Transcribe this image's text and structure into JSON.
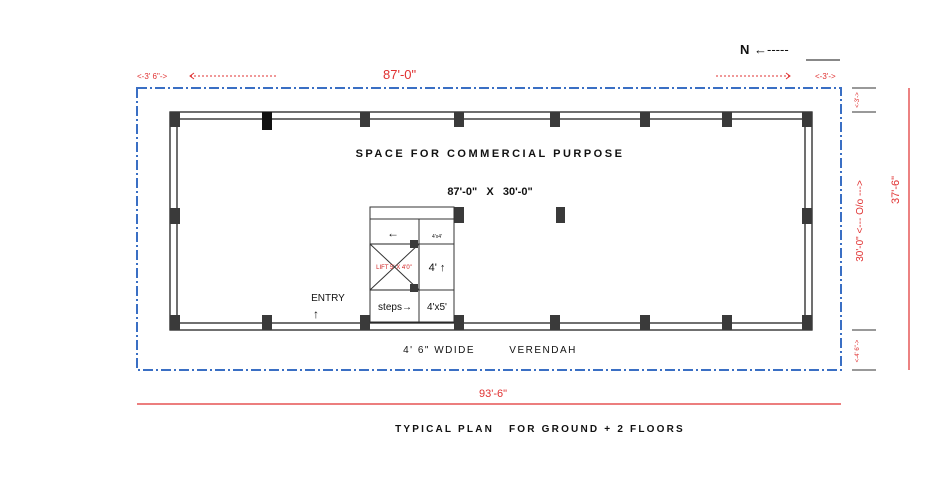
{
  "north": {
    "label": "N",
    "arrow": "←-----"
  },
  "dims": {
    "left_setback": "<-3' 6\"->",
    "top_width": "87'-0\"",
    "right_setback": "<-3'->",
    "overall_width": "93'-6\"",
    "right_top": "<-3'->",
    "right_mid": "30'-0\" <--- O/o --->",
    "right_bottom": "<-4' 6\"->",
    "overall_depth": "37'-6\""
  },
  "plan": {
    "main_label": "SPACE FOR COMMERCIAL PURPOSE",
    "size_label": "87'-0\"   X   30'-0\"",
    "entry_label": "ENTRY",
    "entry_arrow": "↑",
    "verandah_label": "4' 6\" WDIDE        VERENDAH",
    "title": "TYPICAL PLAN   FOR GROUND + 2 FLOORS"
  },
  "stair": {
    "top_arrow": "←",
    "landing": "4'x4'",
    "lift": "LIFT 5' X 4'0\"",
    "flight_up": "4' ↑",
    "steps": "steps→",
    "bottom": "4'x5'"
  },
  "colors": {
    "boundary": "#3a6fc4",
    "dimension": "#e03030",
    "wall": "#222222",
    "column": "#3a3a3a"
  }
}
